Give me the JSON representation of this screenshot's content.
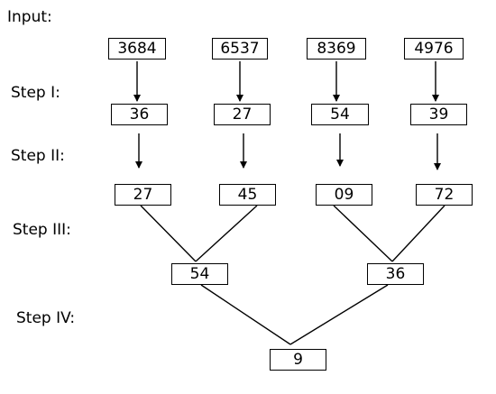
{
  "labels": {
    "input": "Input:",
    "step1": "Step I:",
    "step2": "Step II:",
    "step3": "Step III:",
    "step4": "Step IV:"
  },
  "input": [
    "3684",
    "6537",
    "8369",
    "4976"
  ],
  "step1": [
    "36",
    "27",
    "54",
    "39"
  ],
  "step2": [
    "27",
    "45",
    "09",
    "72"
  ],
  "step3": [
    "54",
    "36"
  ],
  "step4": [
    "9"
  ]
}
